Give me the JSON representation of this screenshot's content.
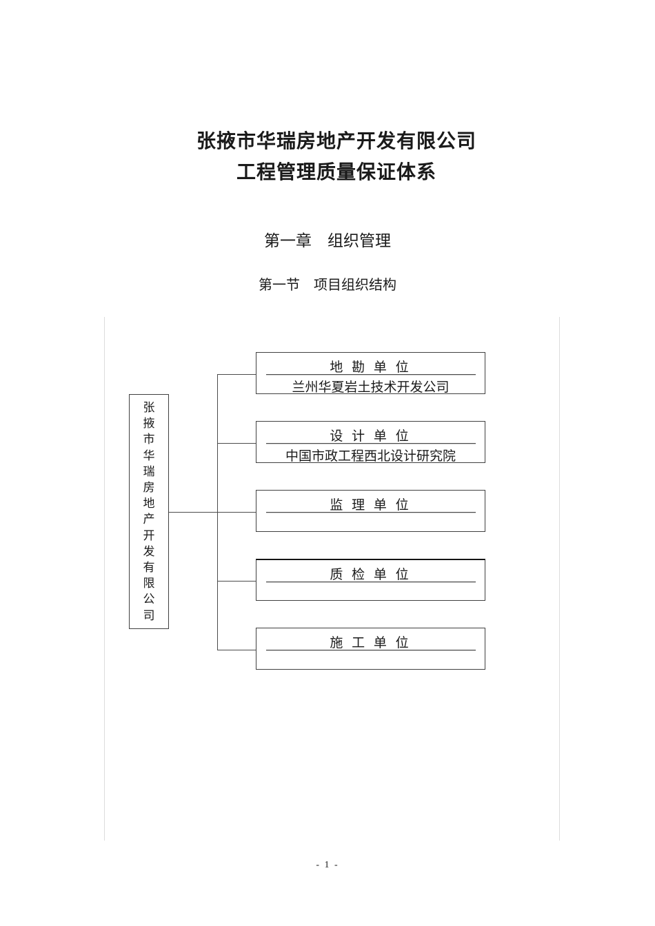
{
  "document": {
    "title_line1": "张掖市华瑞房地产开发有限公司",
    "title_line2": "工程管理质量保证体系",
    "chapter_heading": "第一章　组织管理",
    "section_heading": "第一节　项目组织结构",
    "page_number": "- 1 -"
  },
  "chart": {
    "type": "org-diagram",
    "root_label": "张掖市华瑞房地产开发有限公司",
    "units": [
      {
        "title": "地 勘 单 位",
        "subtitle": "兰州华夏岩土技术开发公司"
      },
      {
        "title": "设 计 单 位",
        "subtitle": "中国市政工程西北设计研究院"
      },
      {
        "title": "监 理 单 位",
        "subtitle": ""
      },
      {
        "title": "质 检 单 位",
        "subtitle": ""
      },
      {
        "title": "施 工 单 位",
        "subtitle": ""
      }
    ]
  },
  "colors": {
    "page_background": "#ffffff",
    "text": "#1a1a1a",
    "line": "#4a4a4a",
    "boundary_guide": "#dcdcdc",
    "emphasis_border": "#141414"
  }
}
